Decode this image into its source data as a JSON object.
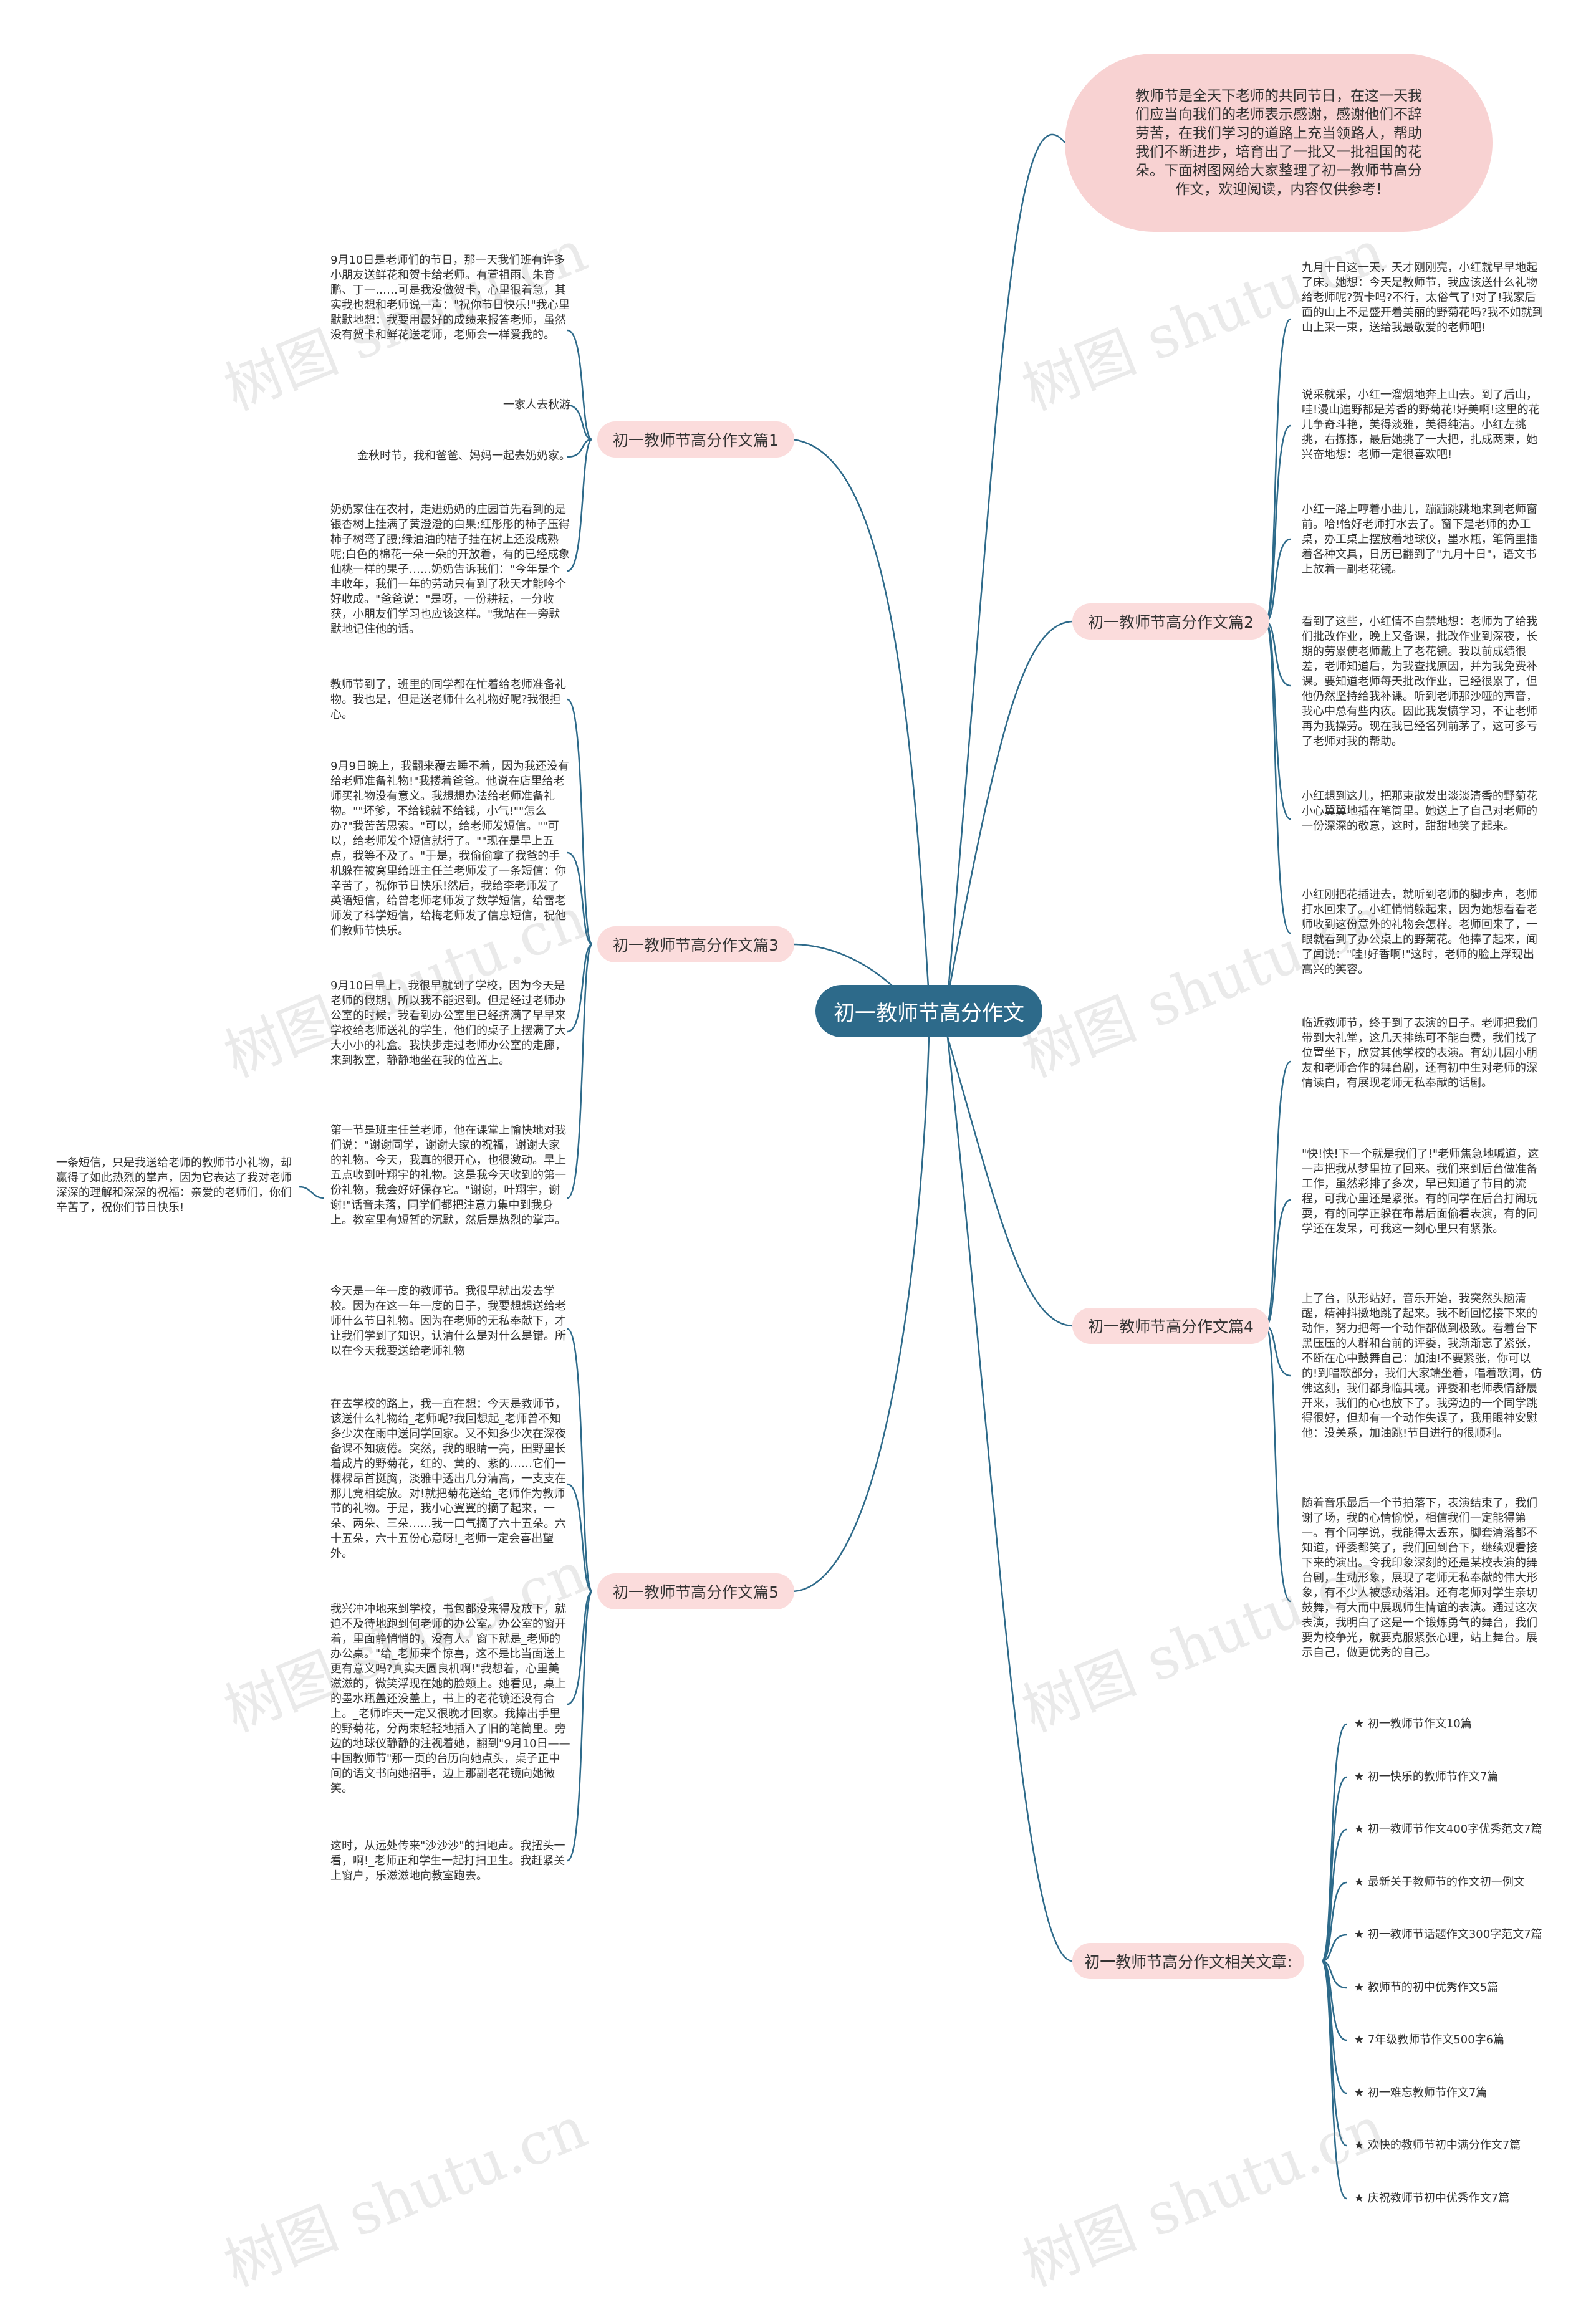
{
  "central": "初一教师节高分作文",
  "intro": "教师节是全天下老师的共同节日，在这一天我们应当向我们的老师表示感谢，感谢他们不辞劳苦，在我们学习的道路上充当领路人，帮助我们不断进步，培育出了一批又一批祖国的花朵。下面树图网给大家整理了初一教师节高分作文，欢迎阅读，内容仅供参考!",
  "branches": {
    "b1": "初一教师节高分作文篇1",
    "b2": "初一教师节高分作文篇2",
    "b3": "初一教师节高分作文篇3",
    "b4": "初一教师节高分作文篇4",
    "b5": "初一教师节高分作文篇5",
    "b6": "初一教师节高分作文相关文章:"
  },
  "leaves": {
    "b1": [
      "9月10日是老师们的节日，那一天我们班有许多小朋友送鲜花和贺卡给老师。有萱祖雨、朱育鹏、丁一……可是我没做贺卡，心里很着急，其实我也想和老师说一声：\"祝你节日快乐!\"我心里默默地想：我要用最好的成绩来报答老师，虽然没有贺卡和鲜花送老师，老师会一样爱我的。",
      "一家人去秋游",
      "金秋时节，我和爸爸、妈妈一起去奶奶家。",
      "奶奶家住在农村，走进奶奶的庄园首先看到的是银杏树上挂满了黄澄澄的白果;红彤彤的柿子压得柿子树弯了腰;绿油油的桔子挂在树上还没成熟呢;白色的棉花一朵一朵的开放着，有的已经成象仙桃一样的果子……奶奶告诉我们：\"今年是个丰收年，我们一年的劳动只有到了秋天才能吟个好收成。\"爸爸说：\"是呀，一份耕耘，一分收获，小朋友们学习也应该这样。\"我站在一旁默默地记住他的话。"
    ],
    "b2": [
      "九月十日这一天，天才刚刚亮，小红就早早地起了床。她想：今天是教师节，我应该送什么礼物给老师呢?贺卡吗?不行，太俗气了!对了!我家后面的山上不是盛开着美丽的野菊花吗?我不如就到山上采一束，送给我最敬爱的老师吧!",
      "说采就采，小红一溜烟地奔上山去。到了后山，哇!漫山遍野都是芳香的野菊花!好美啊!这里的花儿争奇斗艳，美得淡雅，美得纯洁。小红左挑挑，右拣拣，最后她挑了一大把，扎成两束，她兴奋地想：老师一定很喜欢吧!",
      "小红一路上哼着小曲儿，蹦蹦跳跳地来到老师窗前。哈!恰好老师打水去了。窗下是老师的办工桌，办工桌上摆放着地球仪，墨水瓶，笔筒里插着各种文具，日历已翻到了\"九月十日\"，语文书上放着一副老花镜。",
      "看到了这些，小红情不自禁地想：老师为了给我们批改作业，晚上又备课，批改作业到深夜，长期的劳累使老师戴上了老花镜。我以前成绩很差，老师知道后，为我查找原因，并为我免费补课。要知道老师每天批改作业，已经很累了，但他仍然坚持给我补课。听到老师那沙哑的声音，我心中总有些内疚。因此我发愤学习，不让老师再为我操劳。现在我已经名列前茅了，这可多亏了老师对我的帮助。",
      "小红想到这儿，把那束散发出淡淡清香的野菊花小心翼翼地插在笔筒里。她送上了自己对老师的一份深深的敬意，这时，甜甜地笑了起来。",
      "小红刚把花插进去，就听到老师的脚步声，老师打水回来了。小红悄悄躲起来，因为她想看看老师收到这份意外的礼物会怎样。老师回来了，一眼就看到了办公桌上的野菊花。他捧了起来，闻了闻说：\"哇!好香啊!\"这时，老师的脸上浮现出高兴的笑容。"
    ],
    "b3": [
      "教师节到了，班里的同学都在忙着给老师准备礼物。我也是，但是送老师什么礼物好呢?我很担心。",
      "9月9日晚上，我翻来覆去睡不着，因为我还没有给老师准备礼物!\"我搂着爸爸。他说在店里给老师买礼物没有意义。我想想办法给老师准备礼物。\"\"坏爹，不给钱就不给钱，小气!\"\"怎么办?\"我苦苦思索。\"可以，给老师发短信。\"\"可以，给老师发个短信就行了。\"\"现在是早上五点，我等不及了。\"于是，我偷偷拿了我爸的手机躲在被窝里给班主任兰老师发了一条短信：你辛苦了，祝你节日快乐!然后，我给李老师发了英语短信，给曾老师老师发了数学短信，给雷老师发了科学短信，给梅老师发了信息短信，祝他们教师节快乐。",
      "9月10日早上，我很早就到了学校，因为今天是老师的假期，所以我不能迟到。但是经过老师办公室的时候，我看到办公室里已经挤满了早早来学校给老师送礼的学生，他们的桌子上摆满了大大小小的礼盒。我快步走过老师办公室的走廊，来到教室，静静地坐在我的位置上。",
      "第一节是班主任兰老师，他在课堂上愉快地对我们说：\"谢谢同学，谢谢大家的祝福，谢谢大家的礼物。今天，我真的很开心，也很激动。早上五点收到叶翔宇的礼物。这是我今天收到的第一份礼物，我会好好保存它。\"谢谢，叶翔宇，谢谢!\"话音未落，同学们都把注意力集中到我身上。教室里有短暂的沉默，然后是热烈的掌声。"
    ],
    "b3_extra": "一条短信，只是我送给老师的教师节小礼物，却赢得了如此热烈的掌声，因为它表达了我对老师深深的理解和深深的祝福：亲爱的老师们，你们辛苦了，祝你们节日快乐!",
    "b4": [
      "临近教师节，终于到了表演的日子。老师把我们带到大礼堂，这几天排练可不能白费，我们找了位置坐下，欣赏其他学校的表演。有幼儿园小朋友和老师合作的舞台剧，还有初中生对老师的深情读白，有展现老师无私奉献的话剧。",
      "\"快!快!下一个就是我们了!\"老师焦急地喊道，这一声把我从梦里拉了回来。我们来到后台做准备工作，虽然彩排了多次，早已知道了节目的流程，可我心里还是紧张。有的同学在后台打闹玩耍，有的同学正躲在布幕后面偷看表演，有的同学还在发呆，可我这一刻心里只有紧张。",
      "上了台，队形站好，音乐开始，我突然头脑清醒，精神抖擞地跳了起来。我不断回忆接下来的动作，努力把每一个动作都做到极致。看着台下黑压压的人群和台前的评委，我渐渐忘了紧张，不断在心中鼓舞自己：加油!不要紧张，你可以的!到唱歌部分，我们大家端坐着，唱着歌词，仿佛这刻，我们都身临其境。评委和老师表情舒展开来，我们的心也放下了。我旁边的一个同学跳得很好，但却有一个动作失误了，我用眼神安慰他：没关系，加油跳!节目进行的很顺利。",
      "随着音乐最后一个节拍落下，表演结束了，我们谢了场，我的心情愉悦，相信我们一定能得第一。有个同学说，我能得太丢东，脚套清落都不知道，评委都笑了，我们回到台下，继续观看接下来的演出。令我印象深刻的还是某校表演的舞台剧，生动形象，展现了老师无私奉献的伟大形象，有不少人被感动落泪。还有老师对学生亲切鼓舞，有大而中展现师生情谊的表演。通过这次表演，我明白了这是一个锻炼勇气的舞台，我们要为校争光，就要克服紧张心理，站上舞台。展示自己，做更优秀的自己。"
    ],
    "b5": [
      "今天是一年一度的教师节。我很早就出发去学校。因为在这一年一度的日子，我要想想送给老师什么节日礼物。因为在老师的无私奉献下，才让我们学到了知识，认清什么是对什么是错。所以在今天我要送给老师礼物",
      "在去学校的路上，我一直在想：今天是教师节，该送什么礼物给_老师呢?我回想起_老师曾不知多少次在雨中送同学回家。又不知多少次在深夜备课不知疲倦。突然，我的眼睛一亮，田野里长着成片的野菊花，红的、黄的、紫的……它们一棵棵昂首挺胸，淡雅中透出几分清高，一支支在那儿竞相绽放。对!就把菊花送给_老师作为教师节的礼物。于是，我小心翼翼的摘了起来，一朵、两朵、三朵……我一口气摘了六十五朵。六十五朵，六十五份心意呀!_老师一定会喜出望外。",
      "我兴冲冲地来到学校，书包都没来得及放下，就迫不及待地跑到何老师的办公室。办公室的窗开着，里面静悄悄的，没有人。窗下就是_老师的办公桌。\"给_老师来个惊喜，这不是比当面送上更有意义吗?真实天圆良机啊!\"我想着，心里美滋滋的，微笑浮现在她的脸颊上。她看见，桌上的墨水瓶盖还没盖上，书上的老花镜还没有合上。_老师昨天一定又很晚才回家。我捧出手里的野菊花，分两束轻轻地插入了旧的笔筒里。旁边的地球仪静静的注视着她，翻到\"9月10日——中国教师节\"那一页的台历向她点头，桌子正中间的语文书向她招手，边上那副老花镜向她微笑。",
      "这时，从远处传来\"沙沙沙\"的扫地声。我扭头一看，啊!_老师正和学生一起打扫卫生。我赶紧关上窗户，乐滋滋地向教室跑去。"
    ],
    "b6": [
      "★ 初一教师节作文10篇",
      "★ 初一快乐的教师节作文7篇",
      "★ 初一教师节作文400字优秀范文7篇",
      "★ 最新关于教师节的作文初一例文",
      "★ 初一教师节话题作文300字范文7篇",
      "★ 教师节的初中优秀作文5篇",
      "★ 7年级教师节作文500字6篇",
      "★ 初一难忘教师节作文7篇",
      "★ 欢快的教师节初中满分作文7篇",
      "★ 庆祝教师节初中优秀作文7篇"
    ]
  },
  "watermark": "树图 shutu.cn",
  "colors": {
    "line": "#2d6a8a",
    "central": "#2d6a8a",
    "branch": "#fbdcdc",
    "intro": "#f8d2d2"
  }
}
